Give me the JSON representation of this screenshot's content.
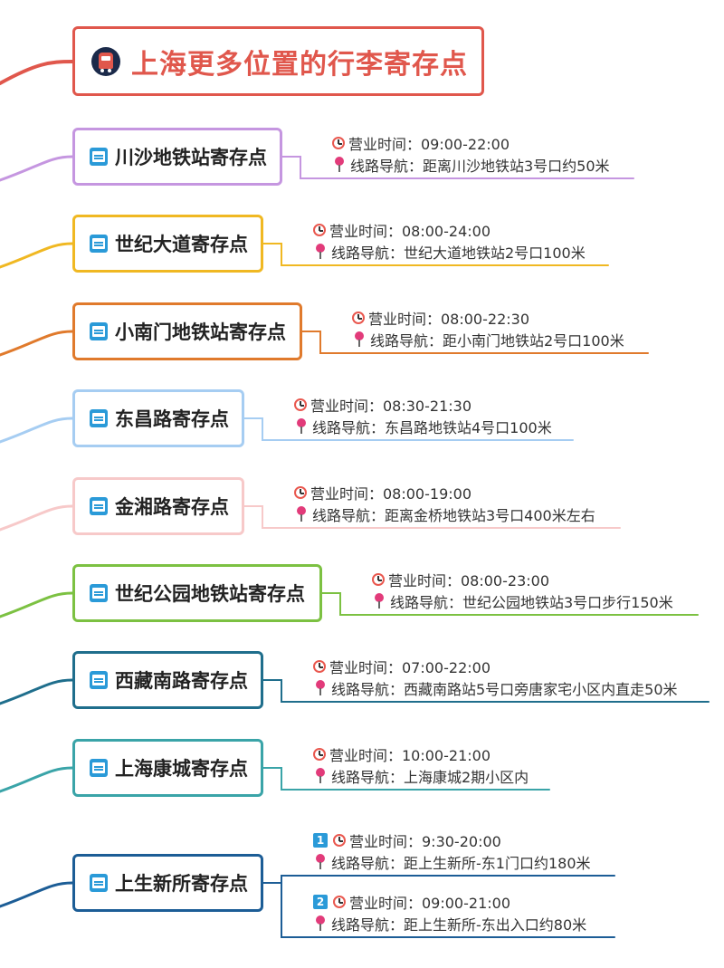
{
  "title": {
    "text": "上海更多位置的行李寄存点",
    "icon": "metro-train-icon",
    "color": "#e0574c"
  },
  "time_prefix": "营业时间：",
  "route_prefix": "线路导航：",
  "icons": {
    "node": "location-card-icon",
    "time": "alarm-clock-icon",
    "route": "map-pin-icon"
  },
  "locations": [
    {
      "name": "川沙地铁站寄存点",
      "color": "#c596e0",
      "hours": "09:00-22:00",
      "route": "距离川沙地铁站3号口约50米"
    },
    {
      "name": "世纪大道寄存点",
      "color": "#f0b822",
      "hours": "08:00-24:00",
      "route": "世纪大道地铁站2号口100米"
    },
    {
      "name": "小南门地铁站寄存点",
      "color": "#e07a2c",
      "hours": "08:00-22:30",
      "route": "距小南门地铁站2号口100米"
    },
    {
      "name": "东昌路寄存点",
      "color": "#a6cdf2",
      "hours": "08:30-21:30",
      "route": "东昌路地铁站4号口100米"
    },
    {
      "name": "金湘路寄存点",
      "color": "#f7c9c9",
      "hours": "08:00-19:00",
      "route": "距离金桥地铁站3号口400米左右"
    },
    {
      "name": "世纪公园地铁站寄存点",
      "color": "#7cc142",
      "hours": "08:00-23:00",
      "route": "世纪公园地铁站3号口步行150米"
    },
    {
      "name": "西藏南路寄存点",
      "color": "#1f6e8c",
      "hours": "07:00-22:00",
      "route": "西藏南路站5号口旁唐家宅小区内直走50米"
    },
    {
      "name": "上海康城寄存点",
      "color": "#3aa4a8",
      "hours": "10:00-21:00",
      "route": "上海康城2期小区内"
    },
    {
      "name": "上生新所寄存点",
      "color": "#1c5d96",
      "entries": [
        {
          "num": "1",
          "hours": "9:30-20:00",
          "route": "距上生新所-东1门口约180米"
        },
        {
          "num": "2",
          "hours": "09:00-21:00",
          "route": "距上生新所-东出入口约80米"
        }
      ]
    }
  ]
}
